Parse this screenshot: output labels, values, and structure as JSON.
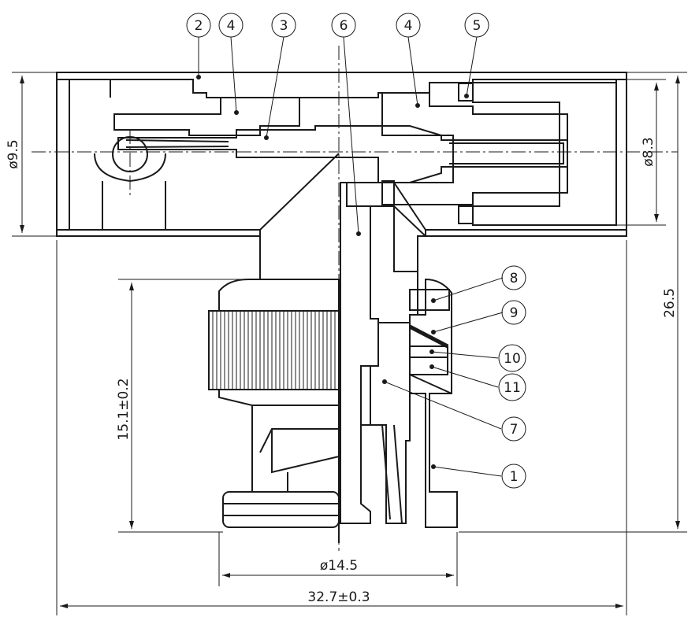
{
  "callouts": [
    {
      "id": "c2",
      "label": "2"
    },
    {
      "id": "c4a",
      "label": "4"
    },
    {
      "id": "c3",
      "label": "3"
    },
    {
      "id": "c6",
      "label": "6"
    },
    {
      "id": "c4b",
      "label": "4"
    },
    {
      "id": "c5",
      "label": "5"
    },
    {
      "id": "c8",
      "label": "8"
    },
    {
      "id": "c9",
      "label": "9"
    },
    {
      "id": "c10",
      "label": "10"
    },
    {
      "id": "c11",
      "label": "11"
    },
    {
      "id": "c7",
      "label": "7"
    },
    {
      "id": "c1",
      "label": "1"
    }
  ],
  "dimensions": {
    "left_diameter": "ø9.5",
    "right_diameter": "ø8.3",
    "overall_height": "26.5",
    "plug_height": "15.1±0.2",
    "plug_diameter": "ø14.5",
    "overall_width": "32.7±0.3"
  },
  "colors": {
    "line": "#1a1a1a",
    "background": "#ffffff"
  }
}
